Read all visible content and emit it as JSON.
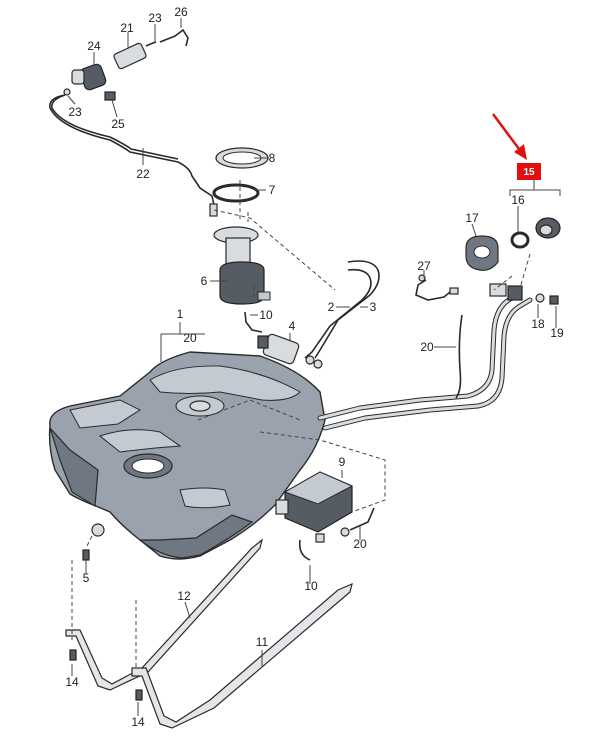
{
  "callouts": {
    "c1": "1",
    "c2": "2",
    "c3": "3",
    "c4": "4",
    "c5": "5",
    "c6": "6",
    "c7": "7",
    "c8": "8",
    "c9": "9",
    "c10a": "10",
    "c10b": "10",
    "c11": "11",
    "c12": "12",
    "c14a": "14",
    "c14b": "14",
    "c16": "16",
    "c17": "17",
    "c18": "18",
    "c19": "19",
    "c20a": "20",
    "c20b": "20",
    "c20c": "20",
    "c21": "21",
    "c22": "22",
    "c23a": "23",
    "c23b": "23",
    "c24": "24",
    "c25": "25",
    "c26": "26",
    "c27": "27",
    "highlight": "15"
  },
  "colors": {
    "highlight_box": "#e01010",
    "arrow": "#e01010"
  }
}
